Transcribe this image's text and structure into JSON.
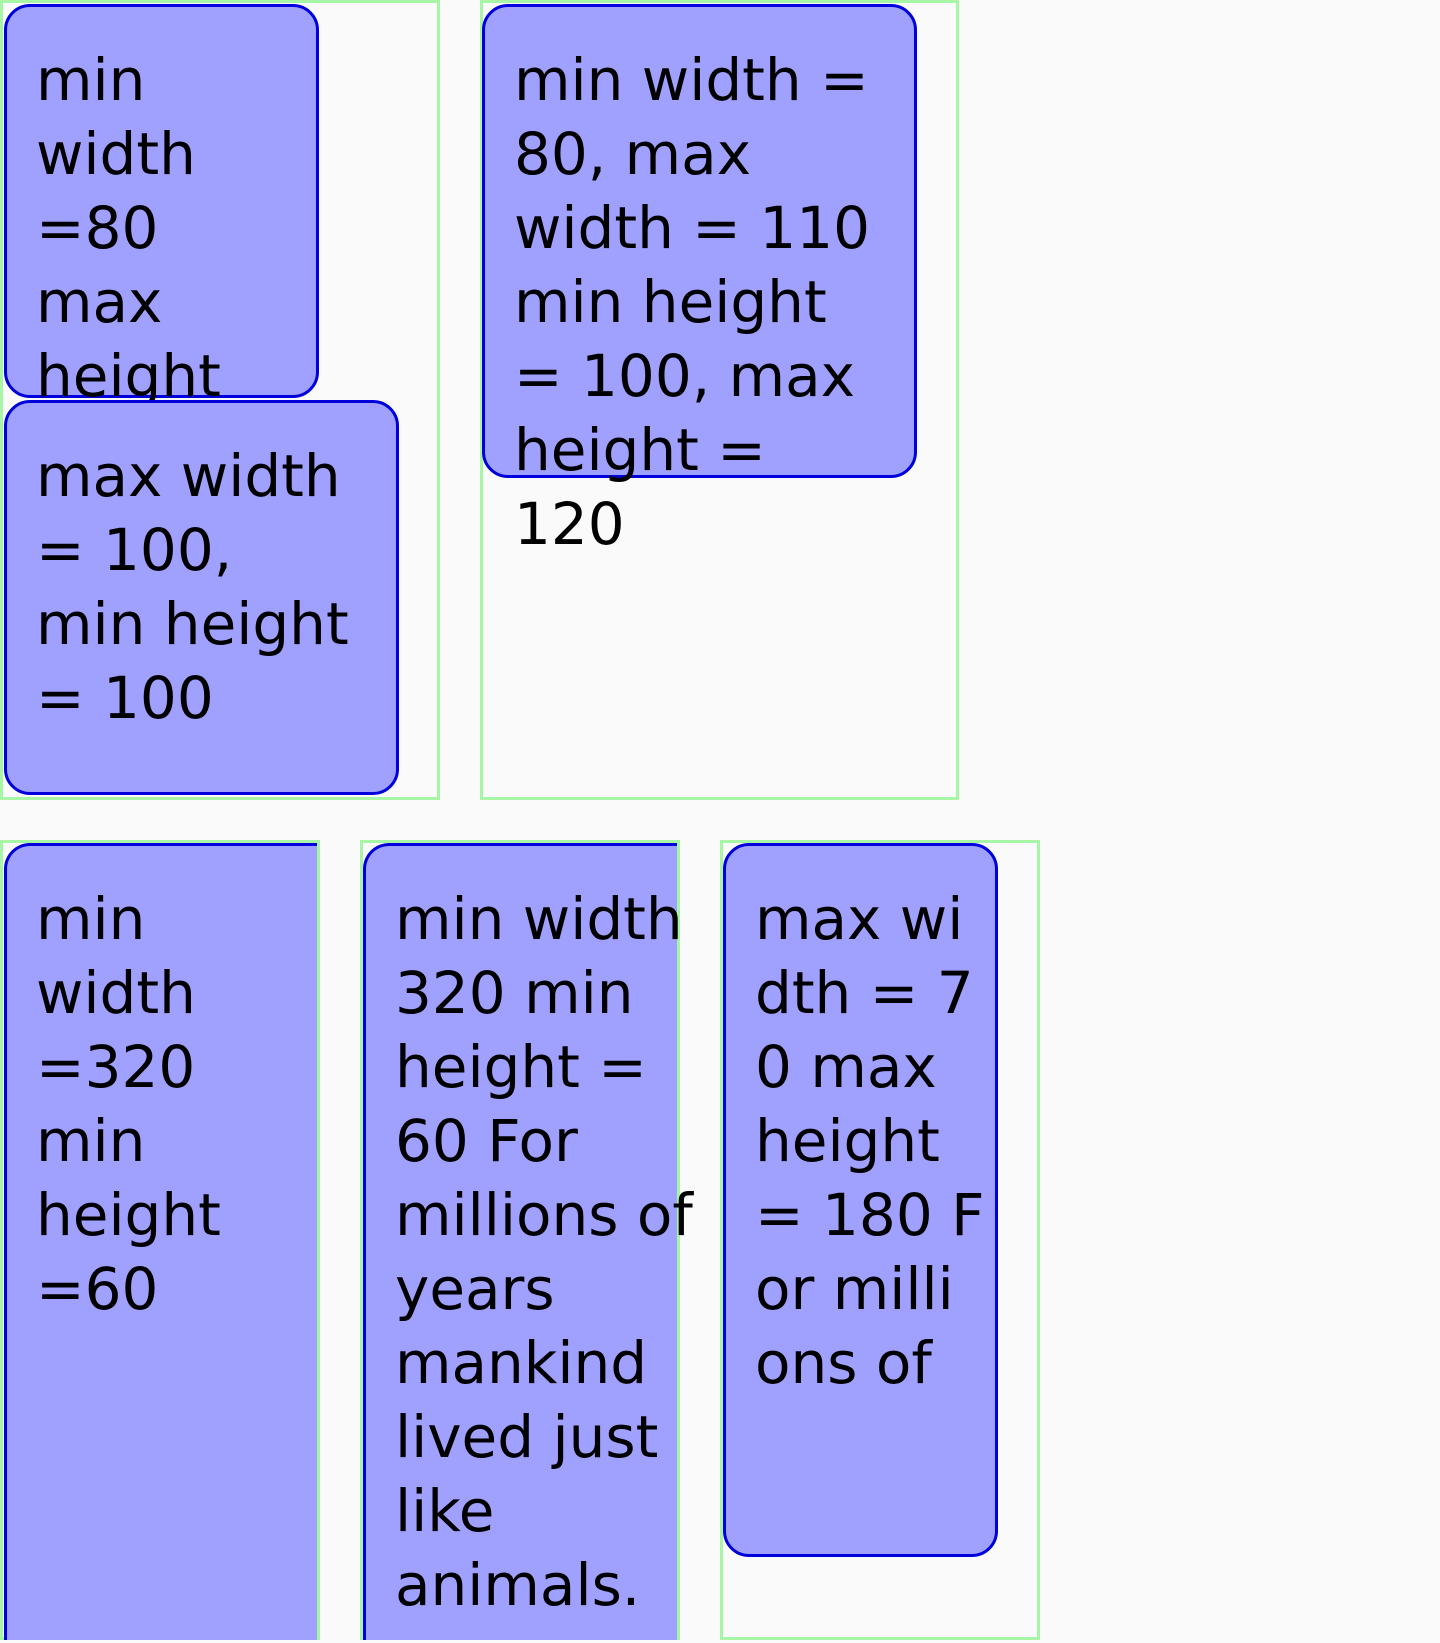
{
  "boxes": {
    "b1": "min width =80 max height",
    "b2": "max width = 100, min height = 100",
    "b3": "min width = 80, max width = 110 min height = 100, max height = 120",
    "b4": "min width =320 min height =60",
    "b5": "min width 320 min height = 60 For millions of years mankind lived just like animals.",
    "b6": "max width = 70 max height = 180 For millions of"
  },
  "colors": {
    "box_fill": "#a0a0ff",
    "box_border": "#0000dd",
    "frame_border": "#a6f6a6",
    "background": "#fafafa"
  }
}
